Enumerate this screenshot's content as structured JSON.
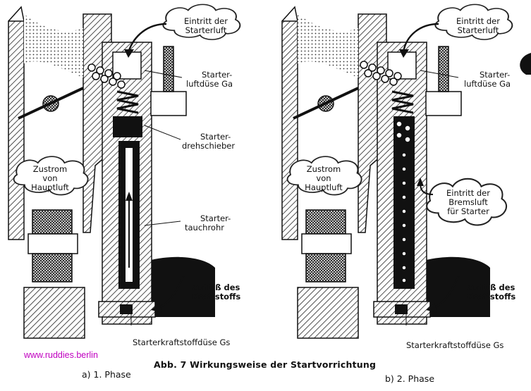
{
  "figure": {
    "caption": "Abb. 7  Wirkungsweise  der  Startvorrichtung",
    "credit": "www.ruddies.berlin",
    "panel_a_label": "a)  1. Phase",
    "panel_b_label": "b)  2. Phase"
  },
  "panel_a": {
    "eintritt_starterluft": [
      "Eintritt der",
      "Starterluft"
    ],
    "starterluftduese": [
      "Starter-",
      "luftdüse Ga"
    ],
    "starterdrehschieber": [
      "Starter-",
      "drehschieber"
    ],
    "zustrom_hauptluft": [
      "Zustrom",
      "von",
      "Hauptluft"
    ],
    "startertauchrohr": [
      "Starter-",
      "tauchrohr"
    ],
    "zufluss_kraftstoff": [
      "Zufluß des",
      "Kraftstoffs"
    ],
    "starterkraftstoffduese": "Starterkraftstoffdüse Gs"
  },
  "panel_b": {
    "eintritt_starterluft": [
      "Eintritt der",
      "Starterluft"
    ],
    "starterluftduese": [
      "Starter-",
      "luftdüse Ga"
    ],
    "zustrom_hauptluft": [
      "Zustrom",
      "von",
      "Hauptluft"
    ],
    "eintritt_bremsluft": [
      "Eintritt der",
      "Bremsluft",
      "für Starter"
    ],
    "zufluss_kraftstoff": [
      "Zufluß des",
      "Kraftstoffs"
    ],
    "starterkraftstoffduese": "Starterkraftstoffdüse Gs"
  },
  "colors": {
    "ink": "#111111",
    "hatch": "#333333",
    "paper": "#ffffff",
    "credit": "#c000c0"
  }
}
